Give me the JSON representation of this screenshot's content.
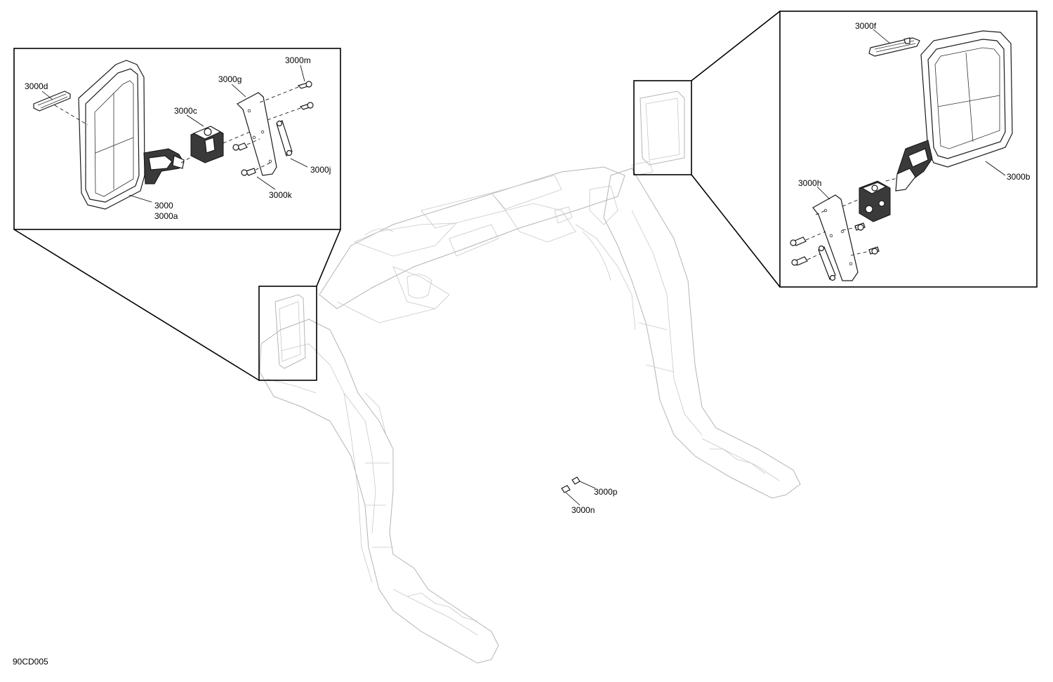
{
  "diagram_id": "90CD005",
  "callouts": {
    "c3000": "3000",
    "c3000a": "3000a",
    "c3000b": "3000b",
    "c3000c": "3000c",
    "c3000d": "3000d",
    "c3000f": "3000f",
    "c3000g": "3000g",
    "c3000h": "3000h",
    "c3000j": "3000j",
    "c3000k": "3000k",
    "c3000m": "3000m",
    "c3000n": "3000n",
    "c3000p": "3000p"
  },
  "colors": {
    "line": "#000000",
    "ghost": "#b4b4b4",
    "background": "#ffffff"
  }
}
